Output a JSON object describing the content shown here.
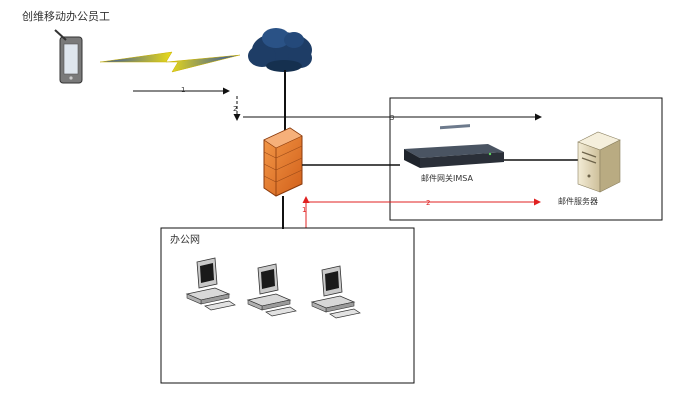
{
  "labels": {
    "mobile_employee": "创维移动办公员工",
    "mail_gateway": "邮件网关IMSA",
    "mail_server": "邮件服务器",
    "office_network": "办公网"
  },
  "step_numbers": {
    "s1_top": "1",
    "s2_vertical": "2",
    "s3_long": "3",
    "s1_red_vertical": "1",
    "s2_red_horizontal": "2"
  },
  "colors": {
    "red_flow": "#e02020",
    "black_line": "#111111",
    "cloud": "#1e3d66",
    "firewall": "#e8782a",
    "lightning": "#e6d81a",
    "server_body": "#e6dcc0",
    "gateway_body": "#2a2f38"
  },
  "icons": [
    "mobile-phone-icon",
    "wireless-lightning-icon",
    "internet-cloud-icon",
    "firewall-icon",
    "mail-gateway-icon",
    "mail-server-icon",
    "desktop-computer-icon"
  ]
}
